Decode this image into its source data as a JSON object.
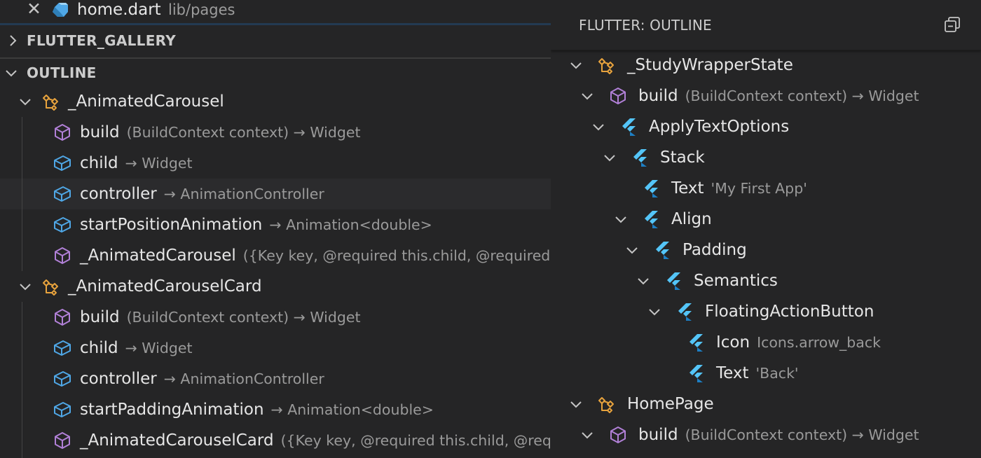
{
  "open_editor": {
    "file_name": "home.dart",
    "file_path": "lib/pages"
  },
  "sections": {
    "gallery": "FLUTTER_GALLERY",
    "outline": "OUTLINE"
  },
  "left_outline": [
    {
      "name": "_AnimatedCarousel",
      "detail": "",
      "icon": "class-icon",
      "twistie": "chevron-down-icon"
    },
    {
      "name": "build",
      "detail": "(BuildContext context) → Widget",
      "icon": "method-icon"
    },
    {
      "name": "child",
      "detail": "→ Widget",
      "icon": "field-icon"
    },
    {
      "name": "controller",
      "detail": "→ AnimationController",
      "icon": "field-icon"
    },
    {
      "name": "startPositionAnimation",
      "detail": "→ Animation<double>",
      "icon": "field-icon"
    },
    {
      "name": "_AnimatedCarousel",
      "detail": "({Key key, @required this.child, @required",
      "icon": "method-icon"
    },
    {
      "name": "_AnimatedCarouselCard",
      "detail": "",
      "icon": "class-icon",
      "twistie": "chevron-down-icon"
    },
    {
      "name": "build",
      "detail": "(BuildContext context) → Widget",
      "icon": "method-icon"
    },
    {
      "name": "child",
      "detail": "→ Widget",
      "icon": "field-icon"
    },
    {
      "name": "controller",
      "detail": "→ AnimationController",
      "icon": "field-icon"
    },
    {
      "name": "startPaddingAnimation",
      "detail": "→ Animation<double>",
      "icon": "field-icon"
    },
    {
      "name": "_AnimatedCarouselCard",
      "detail": "({Key key, @required this.child, @req",
      "icon": "method-icon"
    }
  ],
  "right_panel": {
    "title": "FLUTTER: OUTLINE"
  },
  "right_outline": [
    {
      "name": "_StudyWrapperState",
      "detail": "",
      "icon": "class-icon",
      "twistie": "chevron-down-icon"
    },
    {
      "name": "build",
      "detail": "(BuildContext context) → Widget",
      "icon": "method-icon",
      "twistie": "chevron-down-icon"
    },
    {
      "name": "ApplyTextOptions",
      "detail": "",
      "icon": "flutter-widget-icon",
      "twistie": "chevron-down-icon"
    },
    {
      "name": "Stack",
      "detail": "",
      "icon": "flutter-widget-icon",
      "twistie": "chevron-down-icon"
    },
    {
      "name": "Text",
      "detail": "'My First App'",
      "icon": "flutter-widget-icon"
    },
    {
      "name": "Align",
      "detail": "",
      "icon": "flutter-widget-icon",
      "twistie": "chevron-down-icon"
    },
    {
      "name": "Padding",
      "detail": "",
      "icon": "flutter-widget-icon",
      "twistie": "chevron-down-icon"
    },
    {
      "name": "Semantics",
      "detail": "",
      "icon": "flutter-widget-icon",
      "twistie": "chevron-down-icon"
    },
    {
      "name": "FloatingActionButton",
      "detail": "",
      "icon": "flutter-widget-icon",
      "twistie": "chevron-down-icon"
    },
    {
      "name": "Icon",
      "detail": "Icons.arrow_back",
      "icon": "flutter-widget-icon"
    },
    {
      "name": "Text",
      "detail": "'Back'",
      "icon": "flutter-widget-icon"
    },
    {
      "name": "HomePage",
      "detail": "",
      "icon": "class-icon",
      "twistie": "chevron-down-icon"
    },
    {
      "name": "build",
      "detail": "(BuildContext context) → Widget",
      "icon": "method-icon",
      "twistie": "chevron-down-icon"
    }
  ],
  "colors": {
    "class_icon": "#e8a33d",
    "method_icon": "#b180d7",
    "field_icon": "#4fa7e6",
    "flutter_light": "#54c5f8",
    "flutter_dark": "#1d7fc4",
    "selected_row": "#2b2b2d"
  }
}
